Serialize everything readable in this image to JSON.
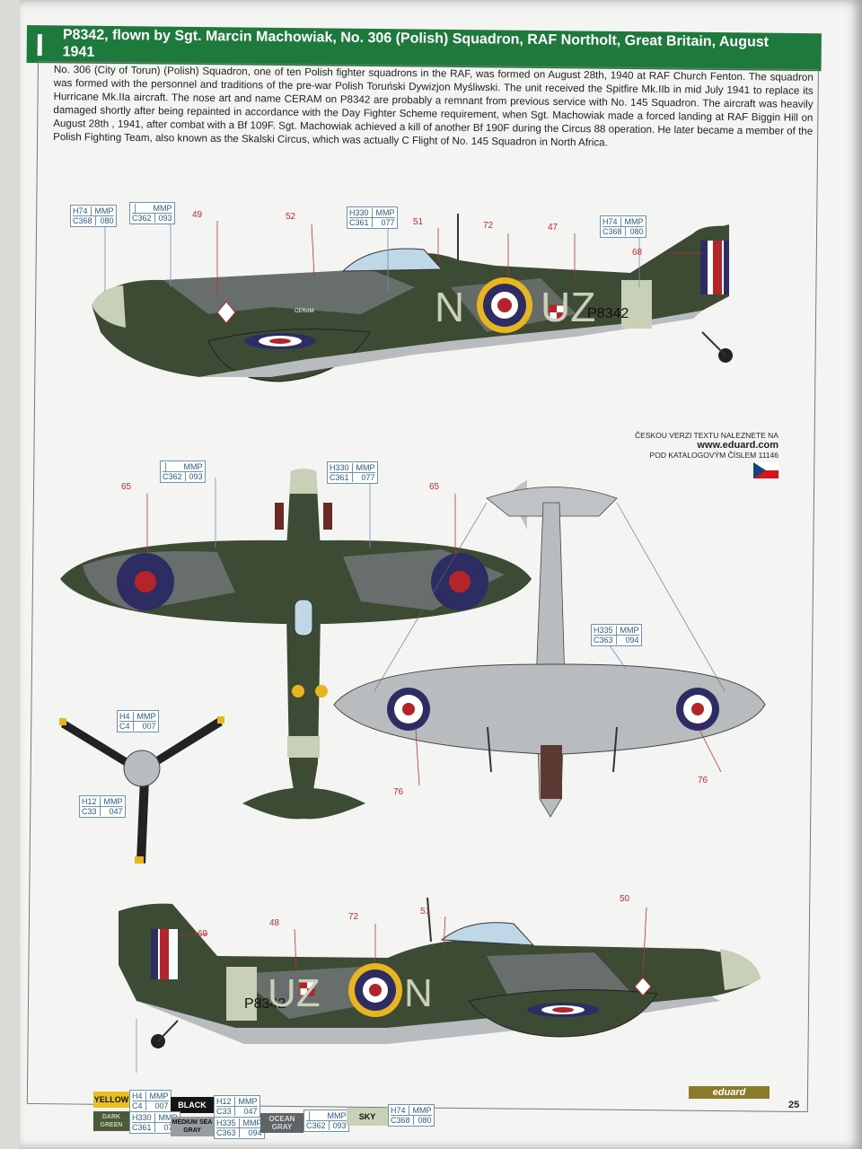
{
  "header": {
    "title": "P8342, flown by Sgt. Marcin Machowiak, No. 306 (Polish) Squadron, RAF Northolt, Great Britain, August 1941"
  },
  "intro": "No. 306 (City of Torun) (Polish) Squadron, one of ten Polish fighter squadrons in the RAF, was formed on August 28th, 1940 at RAF Church Fenton. The squadron was formed with the personnel and traditions of the pre-war Polish Toruński Dywizjon Myśliwski. The unit received the Spitfire Mk.IIb in mid July 1941 to replace its Hurricane Mk.IIa aircraft. The nose art and name CERAM on P8342 are probably a remnant from previous service with No. 145 Squadron. The aircraft was heavily damaged shortly after being repainted in accordance with the Day Fighter Scheme requirement, when Sgt. Machowiak made a forced landing at RAF Biggin Hill on August 28th , 1941, after combat with a Bf 109F. Sgt. Machowiak achieved a kill of another Bf 190F during the Circus 88 operation. He later became a member of the Polish Fighting Team, also known as the Skalski Circus, which was actually C Flight of No. 145 Squadron in North Africa.",
  "codes": {
    "h74": {
      "h": "H74",
      "m": "MMP",
      "c": "C368",
      "n": "080"
    },
    "mmp_c362": {
      "h": "",
      "m": "MMP",
      "c": "C362",
      "n": "093"
    },
    "h330": {
      "h": "H330",
      "m": "MMP",
      "c": "C361",
      "n": "077"
    },
    "h335": {
      "h": "H335",
      "m": "MMP",
      "c": "C363",
      "n": "094"
    },
    "h4": {
      "h": "H4",
      "m": "MMP",
      "c": "C4",
      "n": "007"
    },
    "h12": {
      "h": "H12",
      "m": "MMP",
      "c": "C33",
      "n": "047"
    }
  },
  "numbers": {
    "n49": "49",
    "n52": "52",
    "n51": "51",
    "n72": "72",
    "n47": "47",
    "n68": "68",
    "n65": "65",
    "n76": "76",
    "n69": "69",
    "n48": "48",
    "n50": "50"
  },
  "aircraft": {
    "serial": "P8342",
    "code_left": "N",
    "code_right": "UZ",
    "code_right_b": "UZ",
    "code_left_b": "N",
    "serial_b": "P8342",
    "nose_name": "CERAM"
  },
  "czech_note": {
    "line1": "ČESKOU VERZI TEXTU NALEZNETE NA",
    "line2": "www.eduard.com",
    "line3": "POD KATALOGOVÝM ČÍSLEM 11146"
  },
  "swatches": {
    "yellow": "YELLOW",
    "black": "BLACK",
    "dark_green": "DARK GREEN",
    "medium_sea_gray": "MEDIUM SEA GRAY",
    "ocean_gray": "OCEAN GRAY",
    "sky": "SKY"
  },
  "colors": {
    "green_header": "#1e7a3c",
    "camo_green": "#3d4a34",
    "camo_gray": "#6f7476",
    "under_gray": "#b9bcbf",
    "sky": "#c9d0b8",
    "roundel_blue": "#2d2d63",
    "roundel_red": "#b5242a",
    "roundel_yellow": "#e7b51f"
  },
  "brand": "eduard",
  "page_number": "25"
}
